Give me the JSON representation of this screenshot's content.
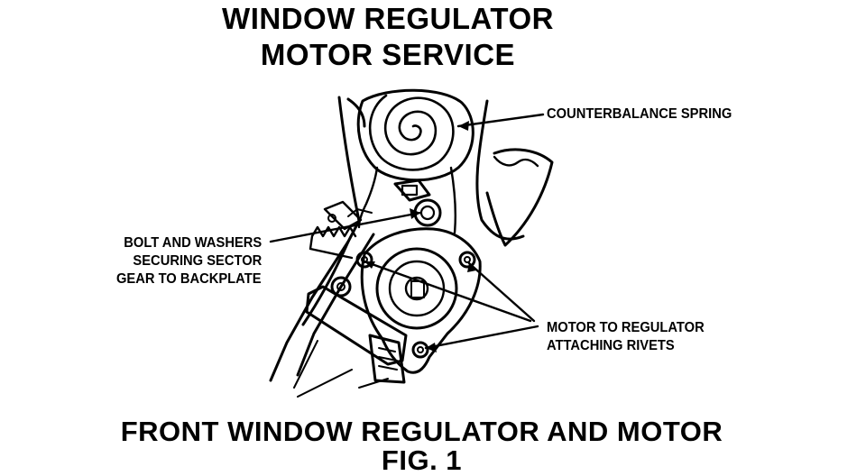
{
  "title": {
    "line1": "WINDOW REGULATOR",
    "line2": "MOTOR SERVICE"
  },
  "callouts": {
    "spring": "COUNTERBALANCE SPRING",
    "bolt_line1": "BOLT AND WASHERS",
    "bolt_line2": "SECURING SECTOR",
    "bolt_line3": "GEAR TO BACKPLATE",
    "rivets_line1": "MOTOR TO REGULATOR",
    "rivets_line2": "ATTACHING RIVETS"
  },
  "caption": {
    "line1": "FRONT WINDOW REGULATOR AND MOTOR",
    "line2": "FIG. 1"
  }
}
